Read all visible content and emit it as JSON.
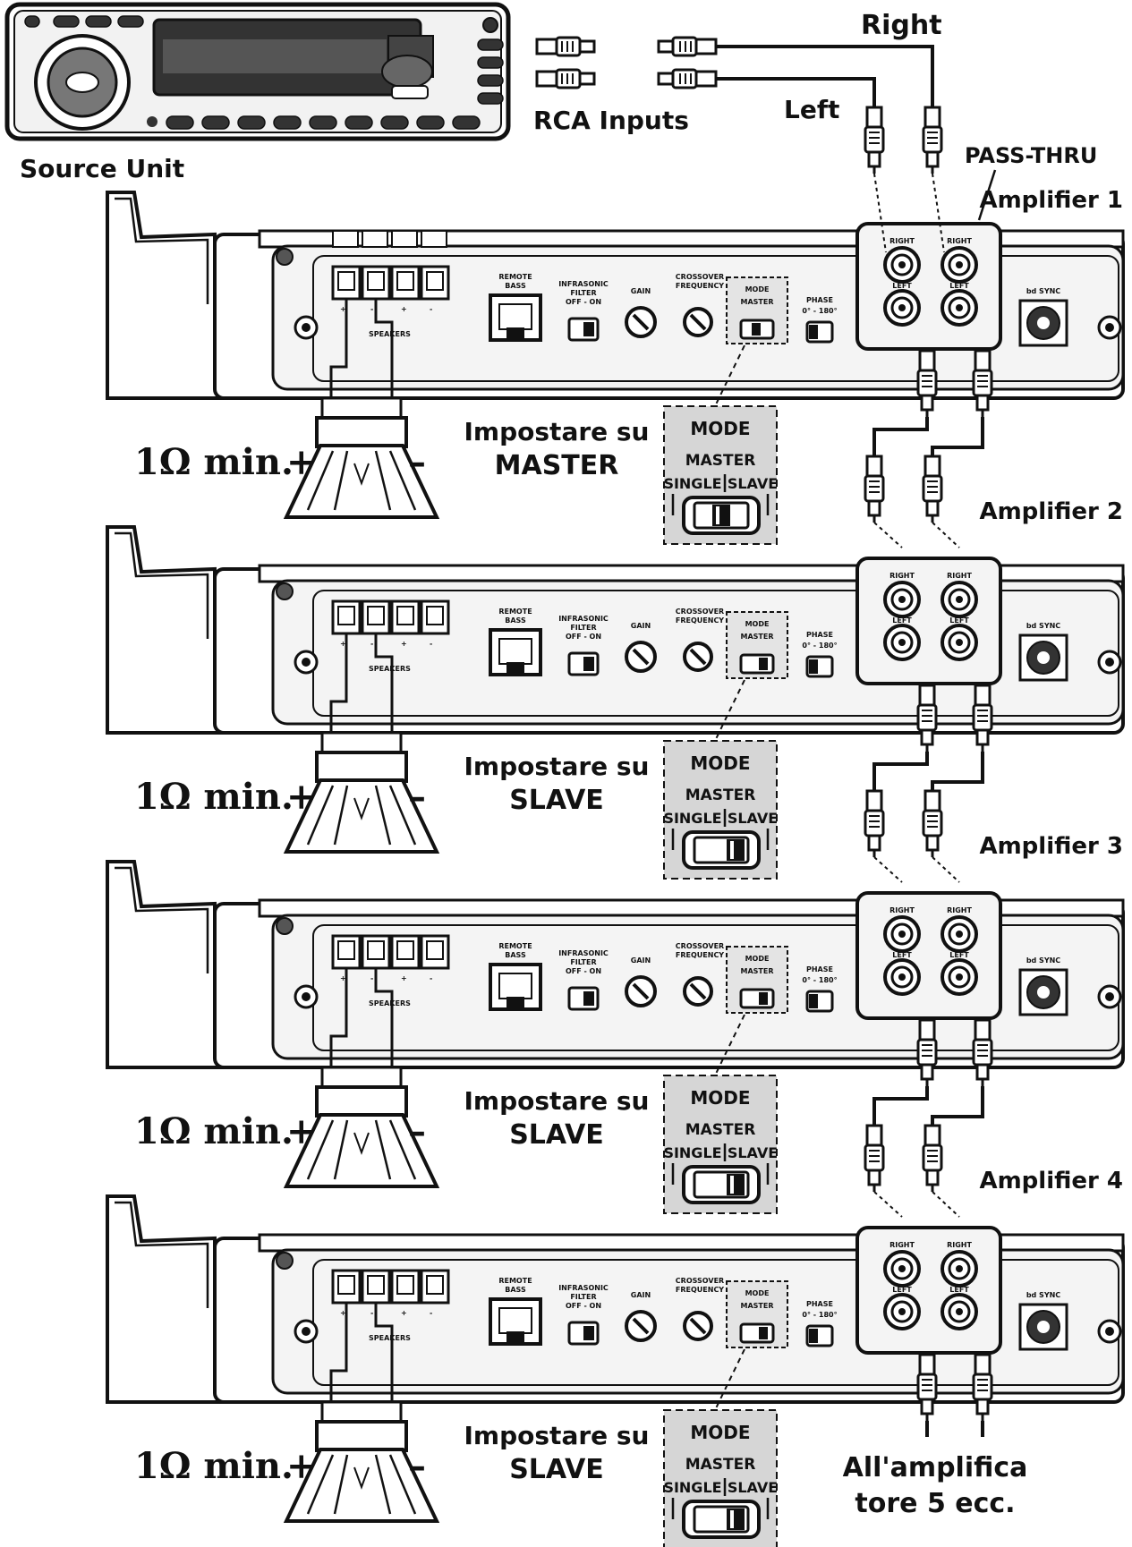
{
  "labels": {
    "right": "Right",
    "left": "Left",
    "rca_inputs": "RCA Inputs",
    "source_unit": "Source Unit",
    "pass_thru": "PASS-THRU",
    "end_line1": "All'amplifica",
    "end_line2": "tore 5 ecc."
  },
  "panel": {
    "remote_bass": [
      "REMOTE",
      "BASS"
    ],
    "infrasonic": [
      "INFRASONIC",
      "FILTER",
      "OFF - ON"
    ],
    "gain": "GAIN",
    "crossover": [
      "CROSSOVER",
      "FREQUENCY"
    ],
    "mode": "MODE",
    "master": "MASTER",
    "single": "SINGLE",
    "slave": "SLAVE",
    "phase": [
      "PHASE",
      "0° - 180°"
    ],
    "speakers": "SPEAKERS",
    "bd_sync": "bd SYNC",
    "right": "RIGHT",
    "left": "LEFT"
  },
  "callout": {
    "mode": "MODE",
    "master": "MASTER",
    "single": "SINGLE",
    "slave": "SLAVE"
  },
  "amplifiers": [
    {
      "name": "Amplifier 1",
      "setting_line1": "Impostare su",
      "setting_line2": "MASTER",
      "load": "1Ω min.",
      "switch": "master"
    },
    {
      "name": "Amplifier 2",
      "setting_line1": "Impostare su",
      "setting_line2": "SLAVE",
      "load": "1Ω min.",
      "switch": "slave"
    },
    {
      "name": "Amplifier 3",
      "setting_line1": "Impostare su",
      "setting_line2": "SLAVE",
      "load": "1Ω min.",
      "switch": "slave"
    },
    {
      "name": "Amplifier 4",
      "setting_line1": "Impostare su",
      "setting_line2": "SLAVE",
      "load": "1Ω min.",
      "switch": "slave"
    }
  ],
  "colors": {
    "line": "#111111",
    "panel": "#f4f4f4",
    "callout_bg": "#d6d6d6"
  }
}
